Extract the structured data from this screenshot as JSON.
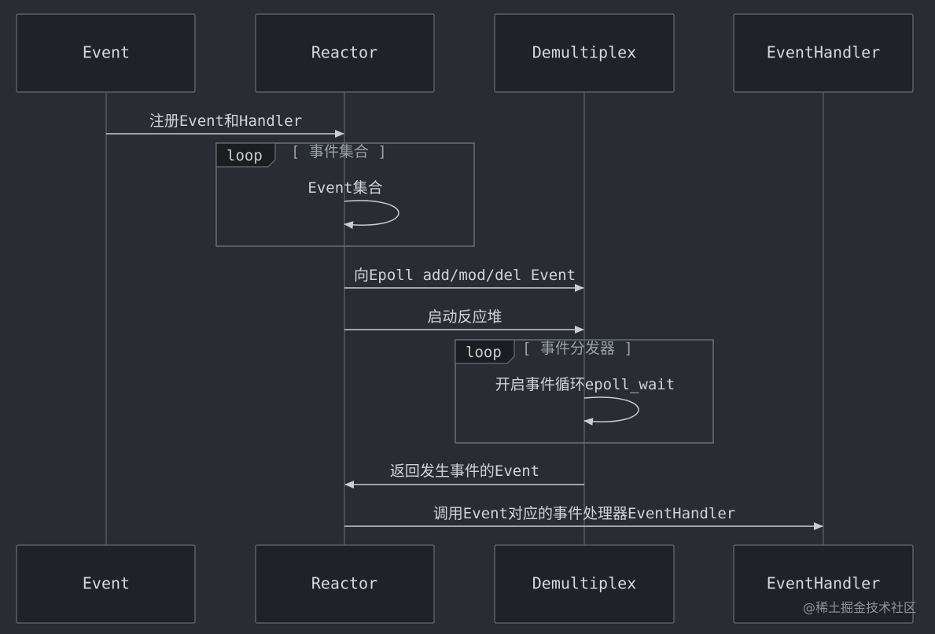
{
  "diagram": {
    "actors": [
      "Event",
      "Reactor",
      "Demultiplex",
      "EventHandler"
    ],
    "messages": [
      {
        "from": 0,
        "to": 1,
        "label": "注册Event和Handler"
      },
      {
        "from": 1,
        "to": 2,
        "label": "向Epoll add/mod/del Event"
      },
      {
        "from": 1,
        "to": 2,
        "label": "启动反应堆"
      },
      {
        "from": 2,
        "to": 1,
        "label": "返回发生事件的Event"
      },
      {
        "from": 1,
        "to": 3,
        "label": "调用Event对应的事件处理器EventHandler"
      }
    ],
    "loops": [
      {
        "tag": "loop",
        "condition": "[ 事件集合 ]",
        "actor": 1,
        "self_label": "Event集合"
      },
      {
        "tag": "loop",
        "condition": "[ 事件分发器 ]",
        "actor": 2,
        "self_label": "开启事件循环epoll_wait"
      }
    ],
    "watermark": "@稀土掘金技术社区"
  },
  "colors": {
    "background": "#292c33",
    "box_fill": "#1f2227",
    "line": "#c9ccd1"
  }
}
